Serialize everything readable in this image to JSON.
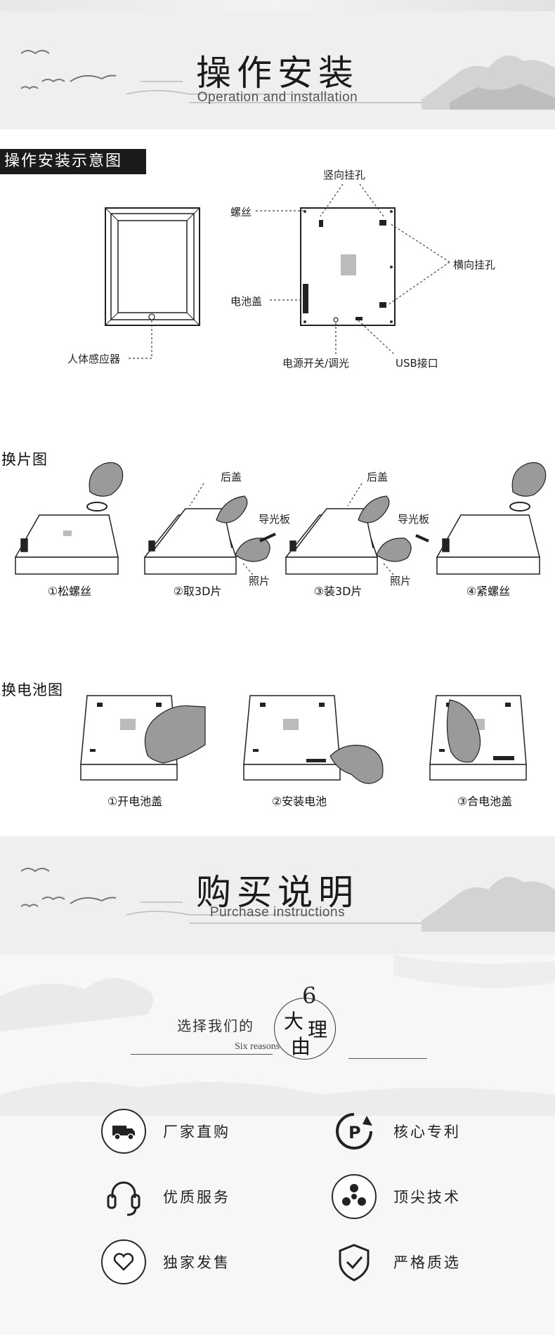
{
  "banner1": {
    "title_zh": "操作安装",
    "title_en": "Operation and installation"
  },
  "section_install": {
    "label": "操作安装示意图",
    "labels": {
      "screw": "螺丝",
      "vertical_hole": "竖向挂孔",
      "horizontal_hole": "横向挂孔",
      "battery_cover": "电池盖",
      "sensor": "人体感应器",
      "power_switch": "电源开关/调光",
      "usb": "USB接口"
    }
  },
  "section_swap": {
    "label": "换片图",
    "labels": {
      "back_cover": "后盖",
      "light_guide": "导光板",
      "photo": "照片"
    },
    "steps": [
      "①松螺丝",
      "②取3D片",
      "③装3D片",
      "④紧螺丝"
    ]
  },
  "section_battery": {
    "label": "换电池图",
    "steps": [
      "①开电池盖",
      "②安装电池",
      "③合电池盖"
    ]
  },
  "banner2": {
    "title_zh": "购买说明",
    "title_en": "Purchase instructions"
  },
  "reasons": {
    "prefix": "选择我们的",
    "number": "6",
    "big1": "大",
    "big2": "理",
    "big3": "由",
    "en": "Six reasons",
    "items": [
      {
        "label": "厂家直购",
        "icon": "truck-icon"
      },
      {
        "label": "核心专利",
        "icon": "patent-icon"
      },
      {
        "label": "优质服务",
        "icon": "headset-icon"
      },
      {
        "label": "顶尖技术",
        "icon": "fan-icon"
      },
      {
        "label": "独家发售",
        "icon": "heart-chat-icon"
      },
      {
        "label": "严格质选",
        "icon": "shield-check-icon"
      }
    ]
  }
}
